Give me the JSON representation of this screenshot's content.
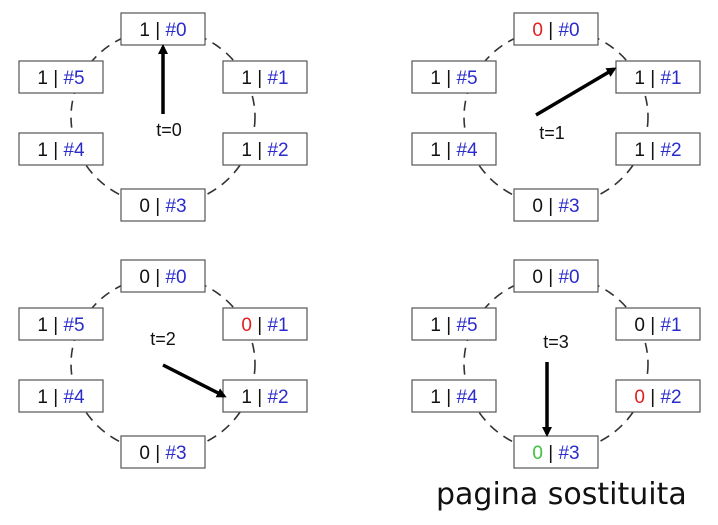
{
  "colors": {
    "bit": "#111111",
    "page": "#2b2bcc",
    "cleared": "#e02020",
    "replaced": "#3ec23e",
    "box_border": "#555555",
    "circle": "#333333",
    "arrow": "#000000"
  },
  "clocks": [
    {
      "time_label": "t=0",
      "hand_points_to": 0,
      "frames": [
        {
          "bit": "1",
          "page": "#0",
          "state": "normal"
        },
        {
          "bit": "1",
          "page": "#1",
          "state": "normal"
        },
        {
          "bit": "1",
          "page": "#2",
          "state": "normal"
        },
        {
          "bit": "0",
          "page": "#3",
          "state": "normal"
        },
        {
          "bit": "1",
          "page": "#4",
          "state": "normal"
        },
        {
          "bit": "1",
          "page": "#5",
          "state": "normal"
        }
      ]
    },
    {
      "time_label": "t=1",
      "hand_points_to": 1,
      "frames": [
        {
          "bit": "0",
          "page": "#0",
          "state": "cleared"
        },
        {
          "bit": "1",
          "page": "#1",
          "state": "normal"
        },
        {
          "bit": "1",
          "page": "#2",
          "state": "normal"
        },
        {
          "bit": "0",
          "page": "#3",
          "state": "normal"
        },
        {
          "bit": "1",
          "page": "#4",
          "state": "normal"
        },
        {
          "bit": "1",
          "page": "#5",
          "state": "normal"
        }
      ]
    },
    {
      "time_label": "t=2",
      "hand_points_to": 2,
      "frames": [
        {
          "bit": "0",
          "page": "#0",
          "state": "normal"
        },
        {
          "bit": "0",
          "page": "#1",
          "state": "cleared"
        },
        {
          "bit": "1",
          "page": "#2",
          "state": "normal"
        },
        {
          "bit": "0",
          "page": "#3",
          "state": "normal"
        },
        {
          "bit": "1",
          "page": "#4",
          "state": "normal"
        },
        {
          "bit": "1",
          "page": "#5",
          "state": "normal"
        }
      ]
    },
    {
      "time_label": "t=3",
      "hand_points_to": 3,
      "frames": [
        {
          "bit": "0",
          "page": "#0",
          "state": "normal"
        },
        {
          "bit": "0",
          "page": "#1",
          "state": "normal"
        },
        {
          "bit": "0",
          "page": "#2",
          "state": "cleared"
        },
        {
          "bit": "0",
          "page": "#3",
          "state": "replaced"
        },
        {
          "bit": "1",
          "page": "#4",
          "state": "normal"
        },
        {
          "bit": "1",
          "page": "#5",
          "state": "normal"
        }
      ]
    }
  ],
  "caption": "pagina sostituita"
}
